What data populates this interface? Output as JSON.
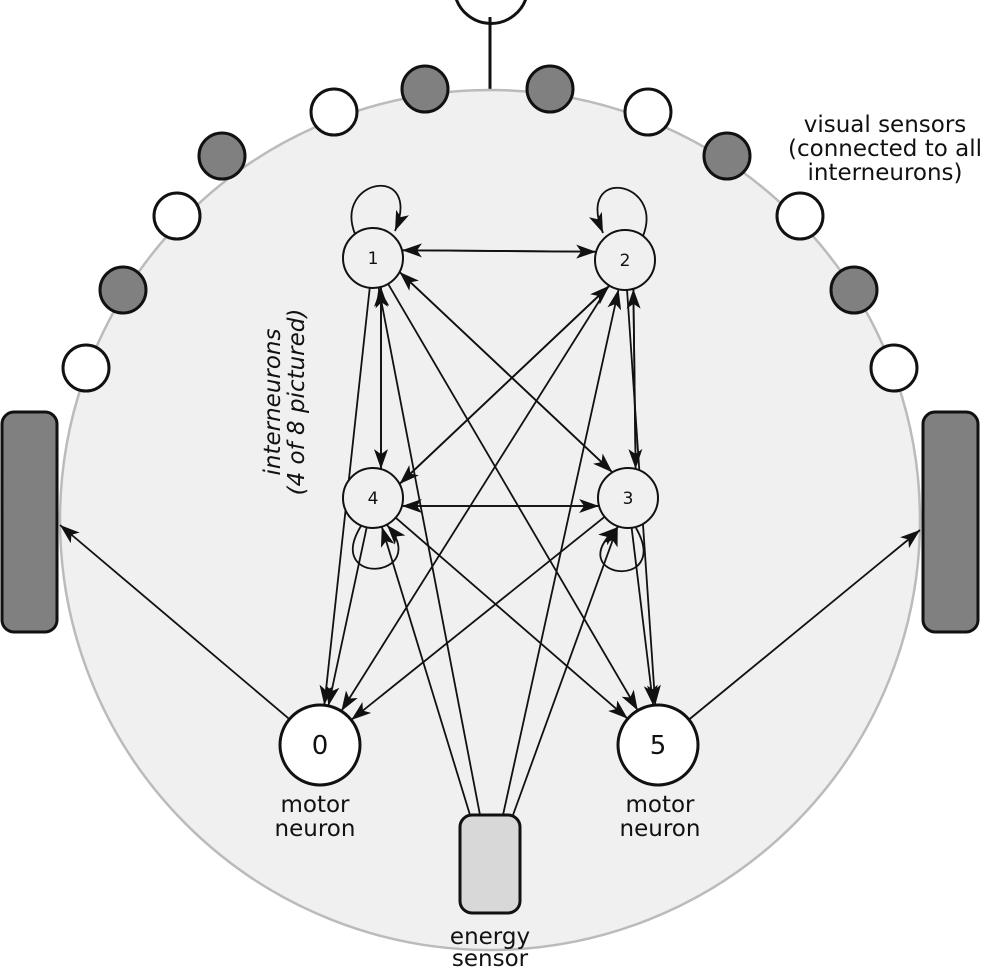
{
  "labels": {
    "visual_sensors": [
      "visual sensors",
      "(connected to all",
      "interneurons)"
    ],
    "interneurons": [
      "interneurons",
      "(4 of 8 pictured)"
    ],
    "motor_left": [
      "motor",
      "neuron"
    ],
    "motor_right": [
      "motor",
      "neuron"
    ],
    "energy": [
      "energy",
      "sensor"
    ]
  },
  "interneurons": [
    {
      "id": "1",
      "label": "1"
    },
    {
      "id": "2",
      "label": "2"
    },
    {
      "id": "3",
      "label": "3"
    },
    {
      "id": "4",
      "label": "4"
    }
  ],
  "motor_neurons": [
    {
      "id": "0",
      "label": "0"
    },
    {
      "id": "5",
      "label": "5"
    }
  ],
  "visual_sensor_states": [
    "white",
    "gray",
    "white",
    "gray",
    "white",
    "gray",
    "gray",
    "white",
    "gray",
    "white",
    "gray",
    "white"
  ],
  "colors": {
    "body": "#f0f0f0",
    "body_stroke": "#bbbbbb",
    "active": "#808080",
    "inactive": "#ffffff",
    "wheel": "#808080",
    "energy": "#d8d8d8"
  },
  "edges": [
    [
      "1",
      "2"
    ],
    [
      "2",
      "1"
    ],
    [
      "1",
      "4"
    ],
    [
      "4",
      "1"
    ],
    [
      "2",
      "3"
    ],
    [
      "3",
      "2"
    ],
    [
      "4",
      "3"
    ],
    [
      "3",
      "4"
    ],
    [
      "1",
      "3"
    ],
    [
      "3",
      "1"
    ],
    [
      "2",
      "4"
    ],
    [
      "4",
      "2"
    ],
    [
      "1",
      "1"
    ],
    [
      "2",
      "2"
    ],
    [
      "3",
      "3"
    ],
    [
      "4",
      "4"
    ],
    [
      "1",
      "0"
    ],
    [
      "4",
      "0"
    ],
    [
      "2",
      "0"
    ],
    [
      "3",
      "0"
    ],
    [
      "1",
      "5"
    ],
    [
      "4",
      "5"
    ],
    [
      "2",
      "5"
    ],
    [
      "3",
      "5"
    ],
    [
      "E",
      "1"
    ],
    [
      "E",
      "4"
    ],
    [
      "E",
      "2"
    ],
    [
      "E",
      "3"
    ],
    [
      "0",
      "WL"
    ],
    [
      "5",
      "WR"
    ]
  ]
}
